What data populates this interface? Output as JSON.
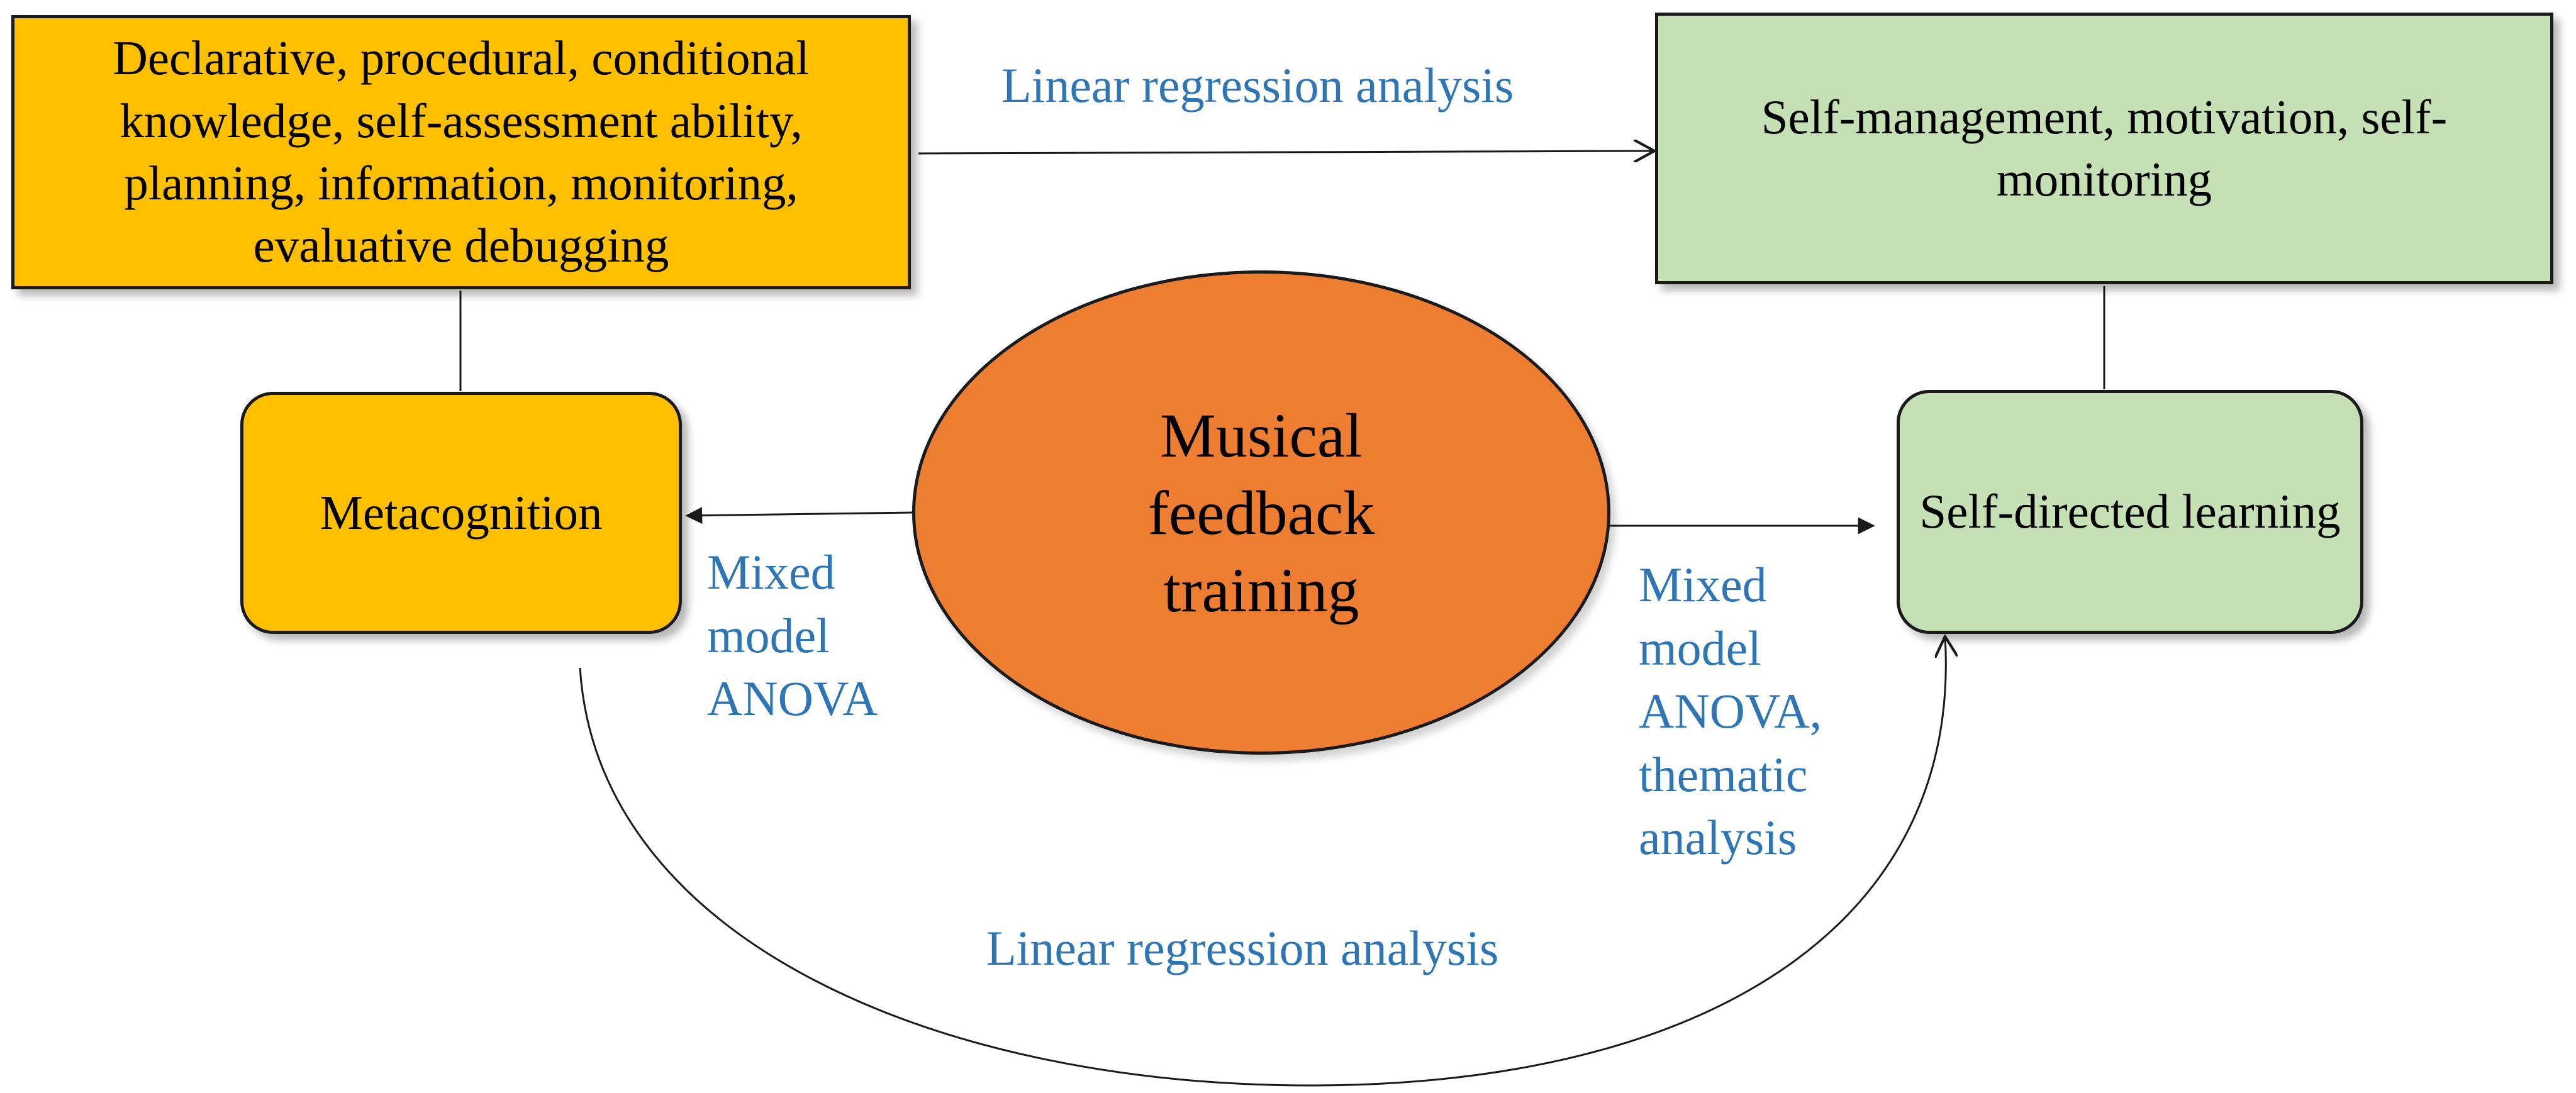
{
  "diagram": {
    "nodes": {
      "knowledge": "Declarative, procedural, conditional knowledge, self-assessment ability, planning, information, monitoring, evaluative debugging",
      "self_management": "Self-management, motivation, self-monitoring",
      "metacognition": "Metacognition",
      "self_directed_learning": "Self-directed learning",
      "musical_feedback": "Musical feedback training"
    },
    "edge_labels": {
      "top": "Linear regression analysis",
      "bottom": "Linear regression analysis",
      "left": "Mixed\nmodel\nANOVA",
      "right": "Mixed\nmodel\nANOVA,\nthematic\nanalysis"
    },
    "colors": {
      "yellow_node": "#ffc000",
      "green_node": "#c5e0b4",
      "center_node": "#ed7d31",
      "label_text": "#2e75b6",
      "lines": "#1a1a1a"
    }
  }
}
